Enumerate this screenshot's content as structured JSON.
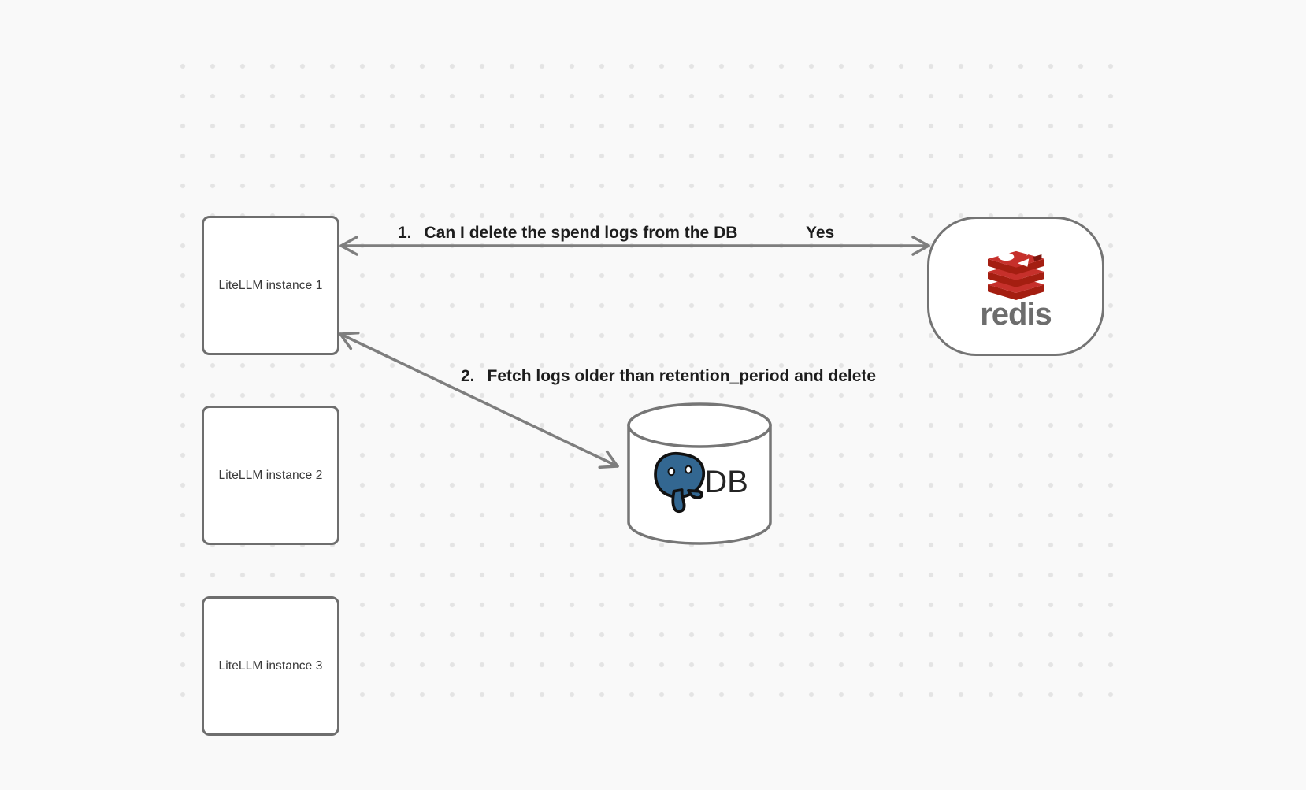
{
  "diagram": {
    "background": {
      "color": "#f9f9f9",
      "dot_color": "#e4e4e4"
    },
    "instances": [
      {
        "label": "LiteLLM instance 1"
      },
      {
        "label": "LiteLLM instance 2"
      },
      {
        "label": "LiteLLM instance 3"
      }
    ],
    "redis_node": {
      "wordmark": "redis"
    },
    "db_node": {
      "label": "DB"
    },
    "edges": {
      "edge1": {
        "number": "1.",
        "label": "Can I delete the spend logs from the DB",
        "answer": "Yes"
      },
      "edge2": {
        "number": "2.",
        "label": "Fetch logs older than retention_period and delete"
      }
    },
    "colors": {
      "node_border": "#6e6e6e",
      "arrow": "#7e7e7e",
      "edge_label_text": "#1d1d1d",
      "instance_text": "#3a3a3a",
      "redis_red": "#c6302b",
      "redis_dark_red": "#a41e11",
      "redis_wordmark": "#6d6d6d",
      "postgres_blue": "#336791",
      "db_text": "#242424"
    }
  }
}
